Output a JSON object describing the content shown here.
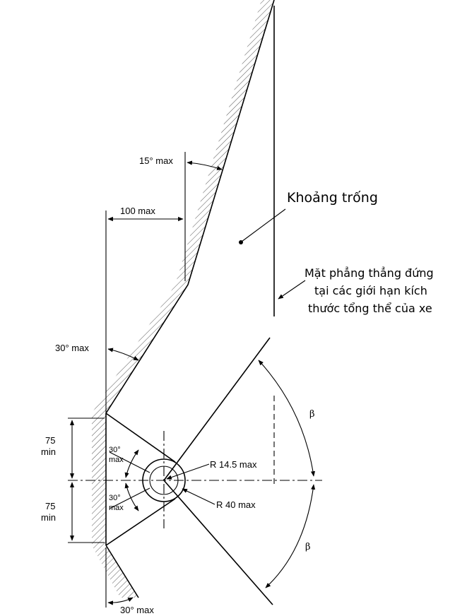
{
  "labels": {
    "angle_top": "15° max",
    "offset_top": "100 max",
    "angle_left": "30° max",
    "dim_upper_value": "75",
    "dim_upper_unit": "min",
    "dim_lower_value": "75",
    "dim_lower_unit": "min",
    "angle_inner_upper_1": "30°",
    "angle_inner_upper_2": "max",
    "angle_inner_lower_1": "30°",
    "angle_inner_lower_2": "max",
    "radius_small": "R 14.5 max",
    "radius_large": "R 40 max",
    "angle_bottom": "30° max",
    "beta_upper": "β",
    "beta_lower": "β"
  },
  "annotations": {
    "clearance": "Khoảng trống",
    "plane_line1": "Mặt phẳng thẳng đứng",
    "plane_line2": "tại các giới hạn kích",
    "plane_line3": "thước tổng thể của xe"
  }
}
